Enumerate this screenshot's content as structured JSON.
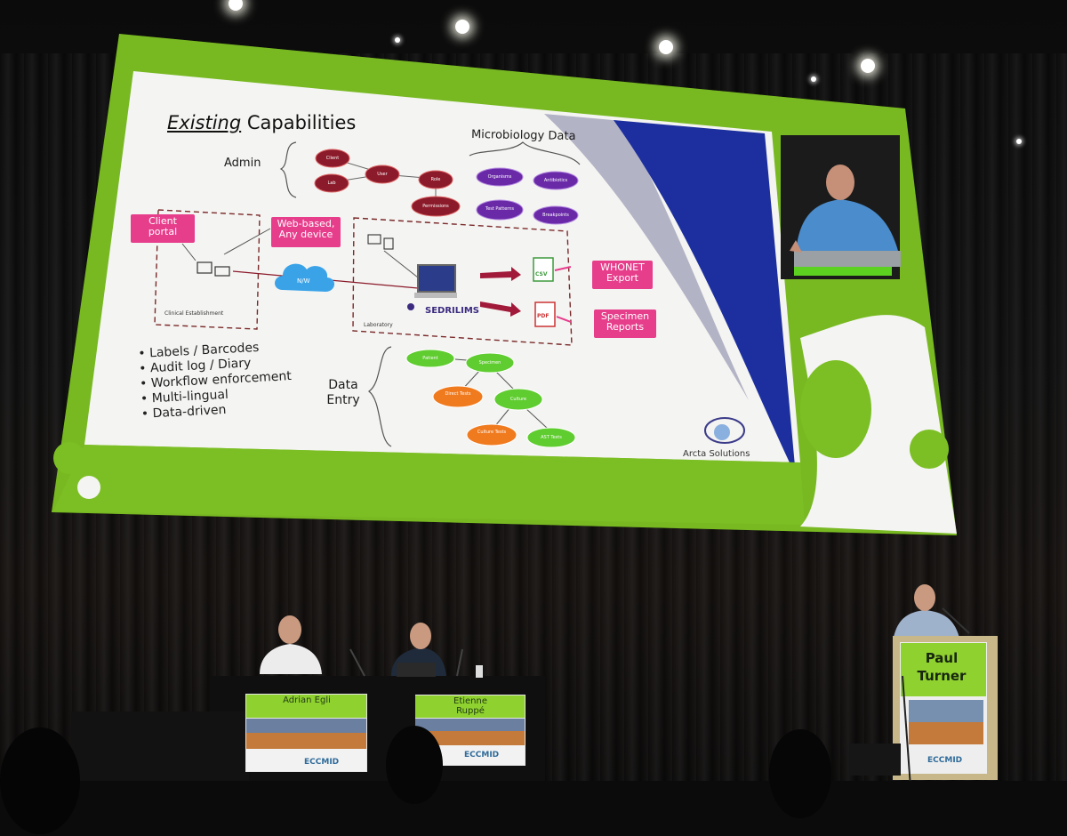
{
  "slide": {
    "title_em": "Existing",
    "title_rest": " Capabilities",
    "admin_label": "Admin",
    "microbiology_label": "Microbiology Data",
    "admin_nodes": [
      "Client",
      "Lab",
      "User",
      "Role",
      "Permissions"
    ],
    "micro_nodes": [
      "Organisms",
      "Antibiotics",
      "Test Patterns",
      "Breakpoints"
    ],
    "callouts": {
      "client_portal": "Client portal",
      "web_based": "Web-based, Any device",
      "whonet": "WHONET Export",
      "specimen": "Specimen Reports"
    },
    "network_label": "N/W",
    "clinical_label": "Clinical Establishment",
    "laboratory_label": "Laboratory",
    "lims_label": "SEDRILIMS",
    "csv_label": "CSV",
    "pdf_label": "PDF",
    "bullets": [
      "Labels / Barcodes",
      "Audit log / Diary",
      "Workflow enforcement",
      "Multi-lingual",
      "Data-driven"
    ],
    "data_entry_label": "Data Entry",
    "entry_nodes": [
      "Patient",
      "Specimen",
      "Direct Tests",
      "Culture",
      "Culture Tests",
      "AST Tests"
    ],
    "logo_text": "Arcta Solutions",
    "colors": {
      "slide_green": "#7cbf24",
      "accent_pink": "#e73e8c",
      "admin_node": "#8b1a2a",
      "micro_node": "#6a2aa8",
      "entry_green": "#5fcc2f",
      "entry_orange": "#f07a1e",
      "swoosh_blue": "#1d2f9e"
    }
  },
  "stage": {
    "panel_name_1": "Adrian Egli",
    "panel_name_2": "Etienne Ruppé",
    "lectern_name": "Paul Turner",
    "event_label": "ECCMID"
  }
}
